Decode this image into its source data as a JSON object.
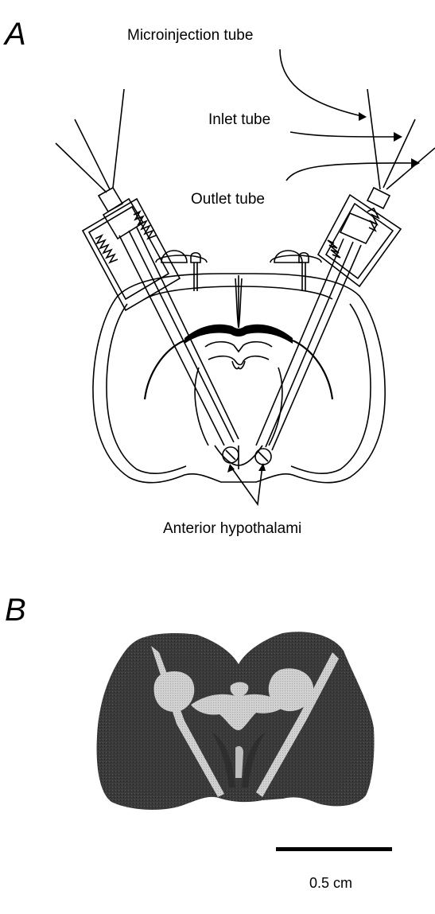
{
  "panels": {
    "a": {
      "letter": "A"
    },
    "b": {
      "letter": "B"
    }
  },
  "labels": {
    "microinjection_tube": "Microinjection tube",
    "inlet_tube": "Inlet tube",
    "outlet_tube": "Outlet tube",
    "anterior_hypothalami": "Anterior hypothalami"
  },
  "scale_bar": {
    "label": "0.5 cm"
  },
  "colors": {
    "ink": "#000000",
    "tissue_dark": "#2e2e2e",
    "tissue_light": "#c8c8c8",
    "background": "#ffffff"
  }
}
